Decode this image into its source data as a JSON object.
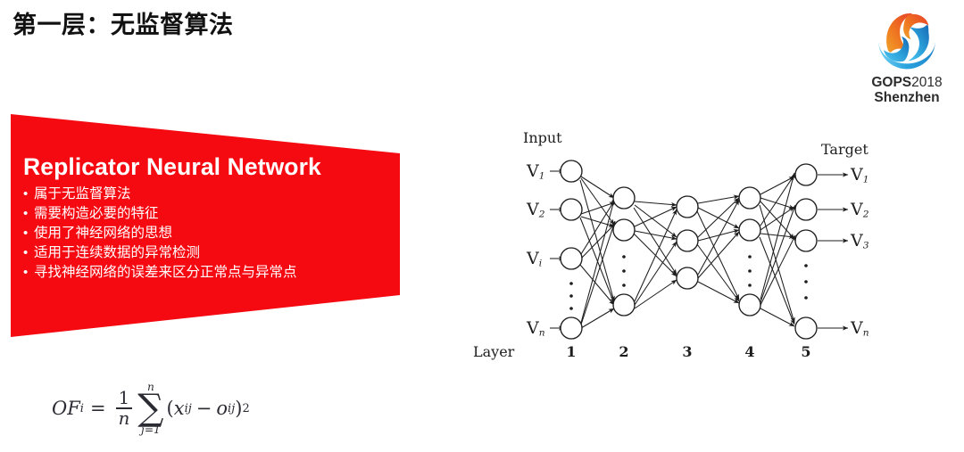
{
  "slide": {
    "title": "第一层：无监督算法",
    "background_color": "#ffffff"
  },
  "logo": {
    "name": "gops-logo",
    "brand": "GOPS",
    "year": "2018",
    "city": "Shenzhen",
    "mark_colors": [
      "#e8472a",
      "#f39200",
      "#1b7fc4",
      "#35b4e8"
    ]
  },
  "banner": {
    "accent_color": "#f50a12",
    "heading": "Replicator Neural Network",
    "bullets": [
      "属于无监督算法",
      "需要构造必要的特征",
      "使用了神经网络的思想",
      "适用于连续数据的异常检测",
      "寻找神经网络的误差来区分正常点与异常点"
    ],
    "bullet_marker": "•"
  },
  "formula": {
    "lhs": "OF",
    "lhs_sub": "i",
    "equals": "=",
    "fraction_numerator": "1",
    "fraction_denominator": "n",
    "sum_upper": "n",
    "sum_symbol": "∑",
    "sum_lower": "j=1",
    "open_paren": "(",
    "term1": "x",
    "term1_sub": "ij",
    "minus": "−",
    "term2": "o",
    "term2_sub": "ij",
    "close_paren": ")",
    "exponent": "2",
    "plain_text": "OF_i = (1/n) Σ_{j=1}^{n} (x_ij − o_ij)^2"
  },
  "network": {
    "input_label": "Input",
    "target_label": "Target",
    "layer_label": "Layer",
    "layer_numbers": [
      "1",
      "2",
      "3",
      "4",
      "5"
    ],
    "input_nodes": [
      {
        "label": "V",
        "sub": "1"
      },
      {
        "label": "V",
        "sub": "2"
      },
      {
        "label": "V",
        "sub": "i"
      },
      {
        "label": "V",
        "sub": "n"
      }
    ],
    "output_nodes": [
      {
        "label": "V",
        "sub": "1"
      },
      {
        "label": "V",
        "sub": "2"
      },
      {
        "label": "V",
        "sub": "3"
      },
      {
        "label": "V",
        "sub": "n"
      }
    ],
    "layer_node_counts": [
      4,
      3,
      3,
      3,
      4
    ],
    "ellipsis_marker": "⋮",
    "stroke_color": "#1d1d1d"
  }
}
